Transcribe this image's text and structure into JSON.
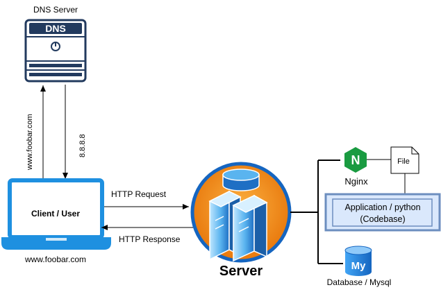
{
  "nodes": {
    "dns_server": {
      "label": "DNS Server",
      "badge": "DNS",
      "icon": "dns-server-icon"
    },
    "client": {
      "label": "Client / User",
      "caption": "www.foobar.com",
      "icon": "laptop-icon"
    },
    "server": {
      "label": "Server",
      "icon": "server-rack-icon"
    },
    "nginx": {
      "label": "Nginx",
      "glyph": "N",
      "icon": "nginx-icon"
    },
    "file": {
      "label": "File",
      "icon": "file-icon"
    },
    "application": {
      "line1": "Application / python",
      "line2": "(Codebase)"
    },
    "database": {
      "label": "Database / Mysql",
      "glyph": "My",
      "icon": "mysql-icon"
    }
  },
  "edges": {
    "client_to_dns": "www.foobar.com",
    "dns_to_client": "8.8.8.8",
    "http_request": "HTTP Request",
    "http_response": "HTTP Response"
  },
  "colors": {
    "dns_blue": "#223a5e",
    "laptop_blue": "#1e90e0",
    "server_orange": "#f7941d",
    "server_ring": "#1565c0",
    "nginx_green": "#1a9b41",
    "app_box_fill": "#dae8fc",
    "app_box_border": "#6c8ebf",
    "mysql_blue": "#1e88e5"
  }
}
